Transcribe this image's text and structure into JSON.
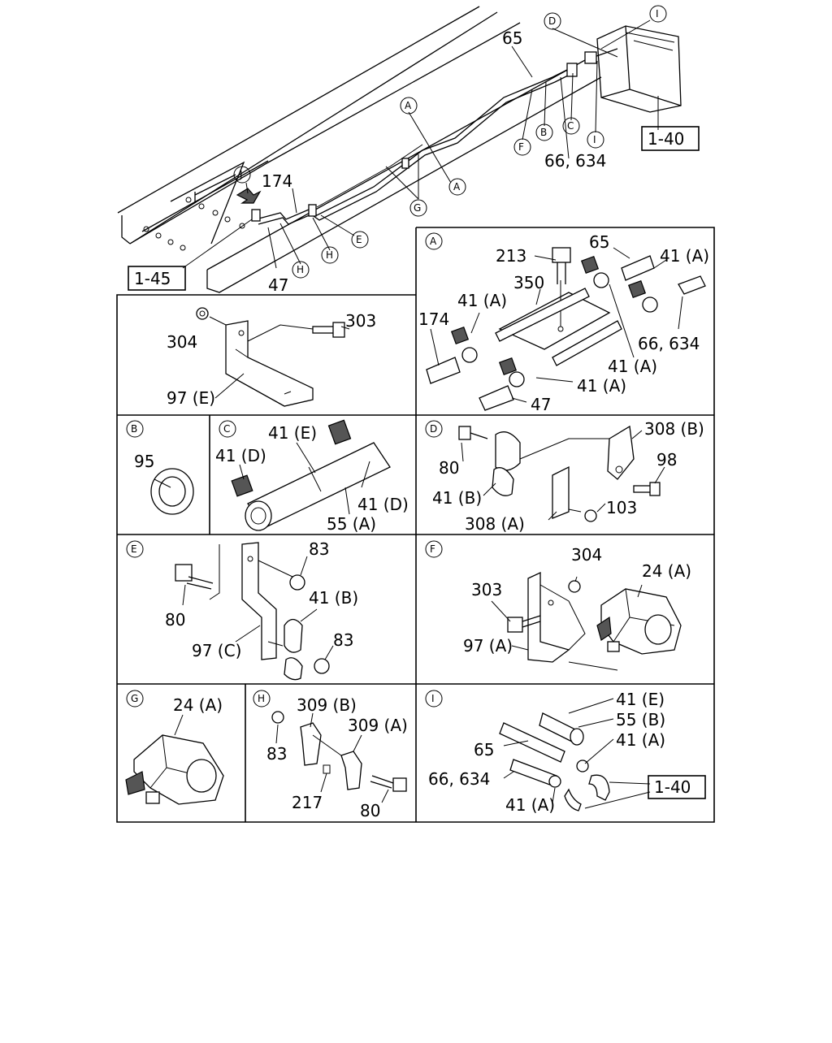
{
  "main": {
    "labels": [
      "65",
      "174",
      "47",
      "66, 634"
    ],
    "refs": [
      "1-40",
      "1-45"
    ],
    "callouts": [
      "A",
      "A",
      "B",
      "C",
      "D",
      "E",
      "F",
      "G",
      "H",
      "H",
      "I",
      "J"
    ]
  },
  "panels": {
    "A": {
      "marker": "A",
      "labels": [
        "213",
        "65",
        "41 (A)",
        "350",
        "41 (A)",
        "174",
        "66, 634",
        "41 (A)",
        "41 (A)",
        "47"
      ]
    },
    "top_left": {
      "labels": [
        "304",
        "303",
        "97 (E)"
      ]
    },
    "B": {
      "marker": "B",
      "labels": [
        "95"
      ]
    },
    "C": {
      "marker": "C",
      "labels": [
        "41 (E)",
        "41 (D)",
        "41 (D)",
        "55 (A)"
      ]
    },
    "D": {
      "marker": "D",
      "labels": [
        "308 (B)",
        "80",
        "98",
        "41 (B)",
        "103",
        "308 (A)"
      ]
    },
    "E": {
      "marker": "E",
      "labels": [
        "83",
        "41 (B)",
        "80",
        "97 (C)",
        "83"
      ]
    },
    "F": {
      "marker": "F",
      "labels": [
        "304",
        "24 (A)",
        "303",
        "97 (A)"
      ]
    },
    "G": {
      "marker": "G",
      "labels": [
        "24 (A)"
      ]
    },
    "H": {
      "marker": "H",
      "labels": [
        "309 (B)",
        "309 (A)",
        "83",
        "217",
        "80"
      ]
    },
    "I": {
      "marker": "I",
      "labels": [
        "41 (E)",
        "55 (B)",
        "41 (A)",
        "65",
        "66, 634",
        "41 (A)"
      ],
      "ref": "1-40"
    }
  }
}
